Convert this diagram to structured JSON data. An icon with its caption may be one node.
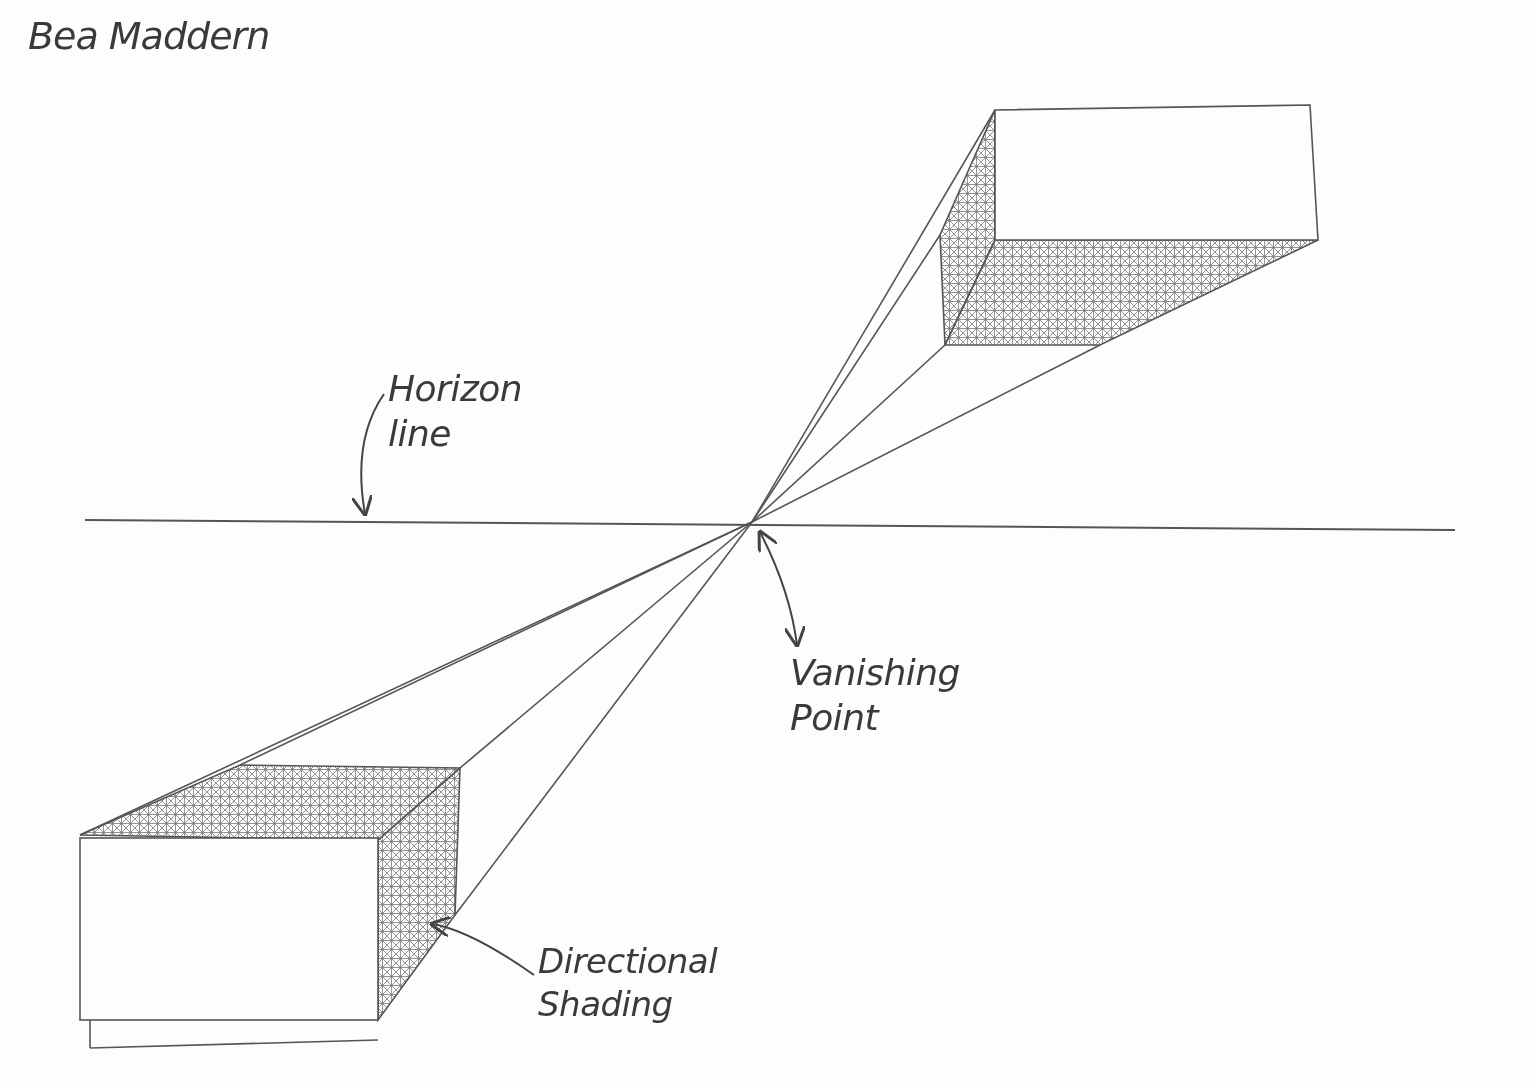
{
  "diagram": {
    "nodes": [
      {
        "text": [
          "Horizon line"
        ]
      },
      {
        "text": [
          "Vanishing Point"
        ]
      },
      {
        "text": [
          "Directional Shading"
        ]
      }
    ],
    "edges": [
      {
        "from": 0,
        "to": null,
        "arrow": "to"
      },
      {
        "from": 1,
        "to": null,
        "arrow": "both"
      },
      {
        "from": 2,
        "to": null,
        "arrow": "to"
      }
    ],
    "labels": [
      "Bea Maddern"
    ]
  }
}
